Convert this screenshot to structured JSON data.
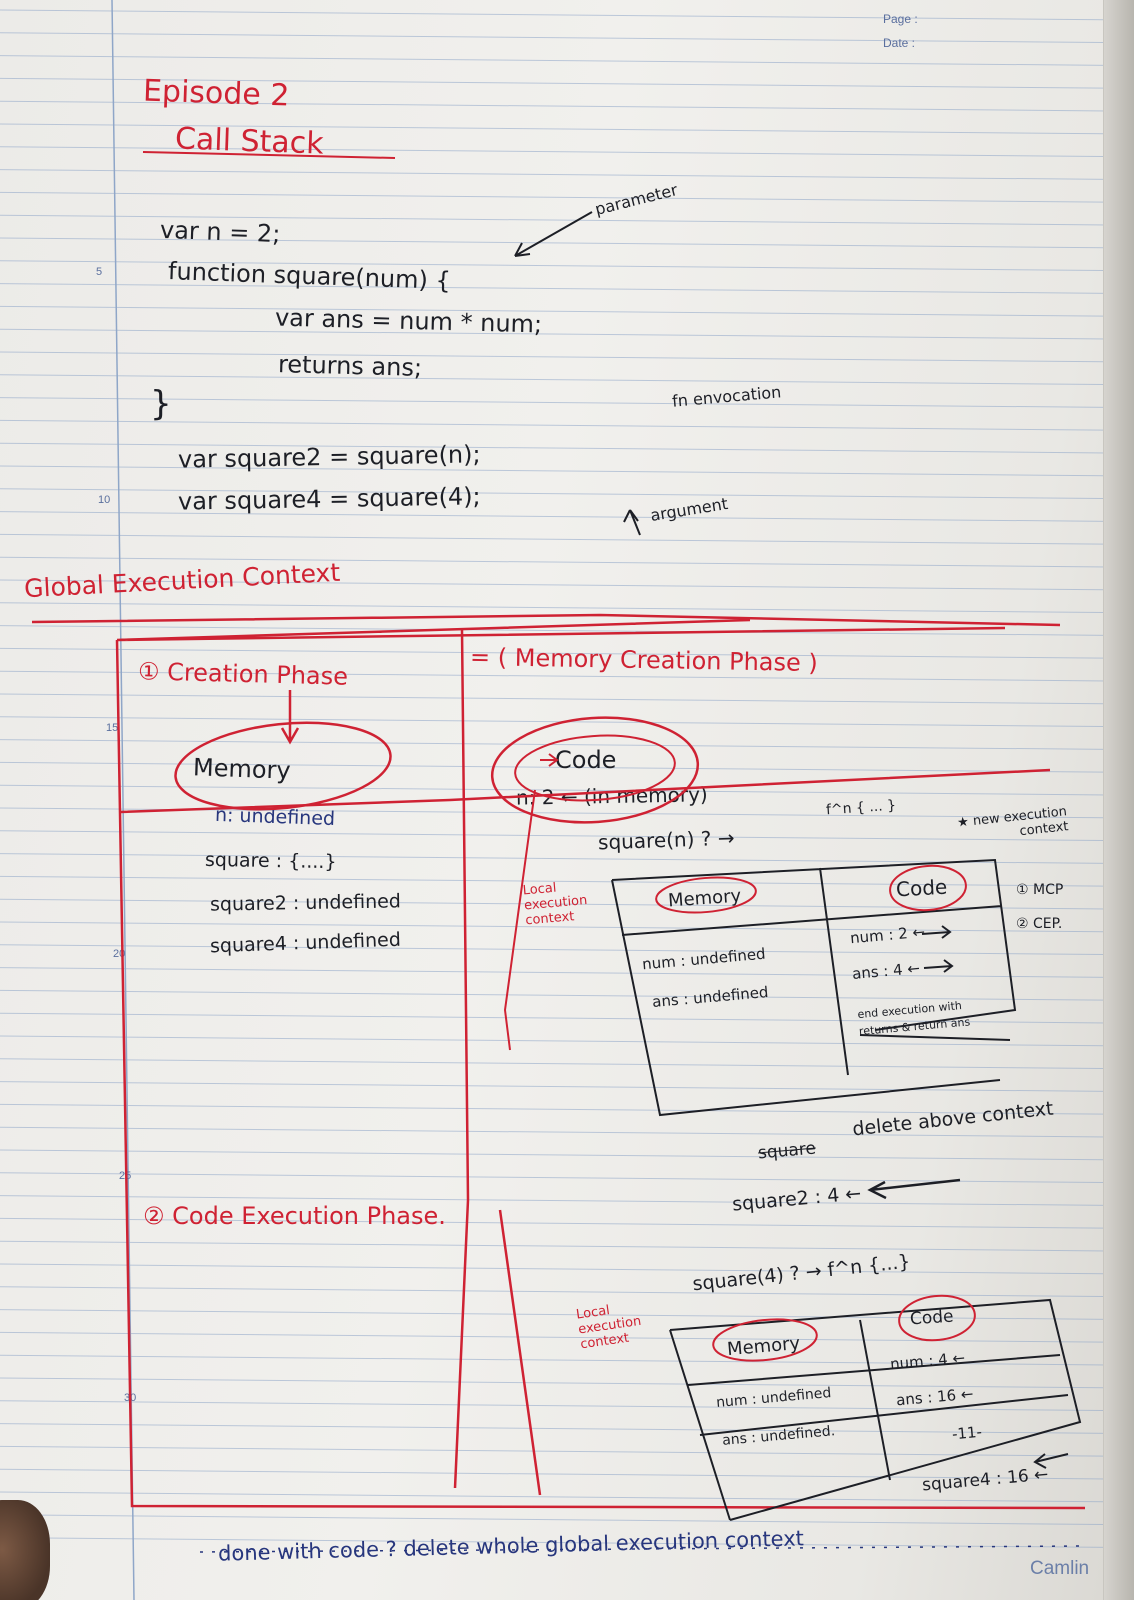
{
  "header": {
    "page_label": "Page :",
    "date_label": "Date :"
  },
  "margin_numbers": [
    "5",
    "10",
    "15",
    "20",
    "25",
    "30"
  ],
  "title": {
    "episode": "Episode 2",
    "topic": "Call Stack"
  },
  "code": {
    "line1": "var n = 2;",
    "line2": "function square(num) {",
    "line3": "var ans = num * num;",
    "line4": "returns ans;",
    "line5": "}",
    "line6": "var square2 = square(n);",
    "line7": "var square4 = square(4);"
  },
  "annotations": {
    "parameter": "parameter",
    "invocation": "fn envocation",
    "argument": "argument"
  },
  "gec_heading": "Global Execution Context",
  "creation": {
    "heading": "① Creation Phase",
    "alias": "= ( Memory Creation Phase )",
    "memory_label": "Memory",
    "code_label": "Code",
    "memory_items": [
      "n: undefined",
      "square : {....}",
      "square2 : undefined",
      "square4 : undefined"
    ]
  },
  "code_column": {
    "n_line": "n: 2 ← (in memory)",
    "call_square_n": "square(n) ? →",
    "fn_body": "f^n { ... }",
    "new_context": "★ new execution context",
    "mcp": "① MCP",
    "cep": "② CEP."
  },
  "local_ctx_1": {
    "label": "Local execution context",
    "memory": "Memory",
    "code": "Code",
    "mem_rows": [
      "num : undefined",
      "ans : undefined"
    ],
    "code_rows": [
      "num : 2 ←",
      "ans : 4 ←",
      "end execution with returns & return ans"
    ]
  },
  "delete_note": {
    "struck": "square",
    "text": "delete above context"
  },
  "execution": {
    "heading": "② Code Execution Phase.",
    "square2_result": "square2 : 4 ←",
    "call_square_4": "square(4) ? → f^n {...}"
  },
  "local_ctx_2": {
    "label": "Local execution context",
    "memory": "Memory",
    "code": "Code",
    "mem_rows": [
      "num : undefined",
      "ans : undefined."
    ],
    "code_rows": [
      "num : 4 ←",
      "ans : 16 ←",
      "-11-"
    ],
    "square4_result": "square4 : 16 ←"
  },
  "footer_note": "done with code ? delete whole global execution context",
  "brand": "Camlin",
  "colors": {
    "ink_red": "#cf2233",
    "ink_black": "#1d1f26",
    "ink_blue": "#27367d",
    "paper": "#efeeeb",
    "rule": "#8fa6c8"
  }
}
